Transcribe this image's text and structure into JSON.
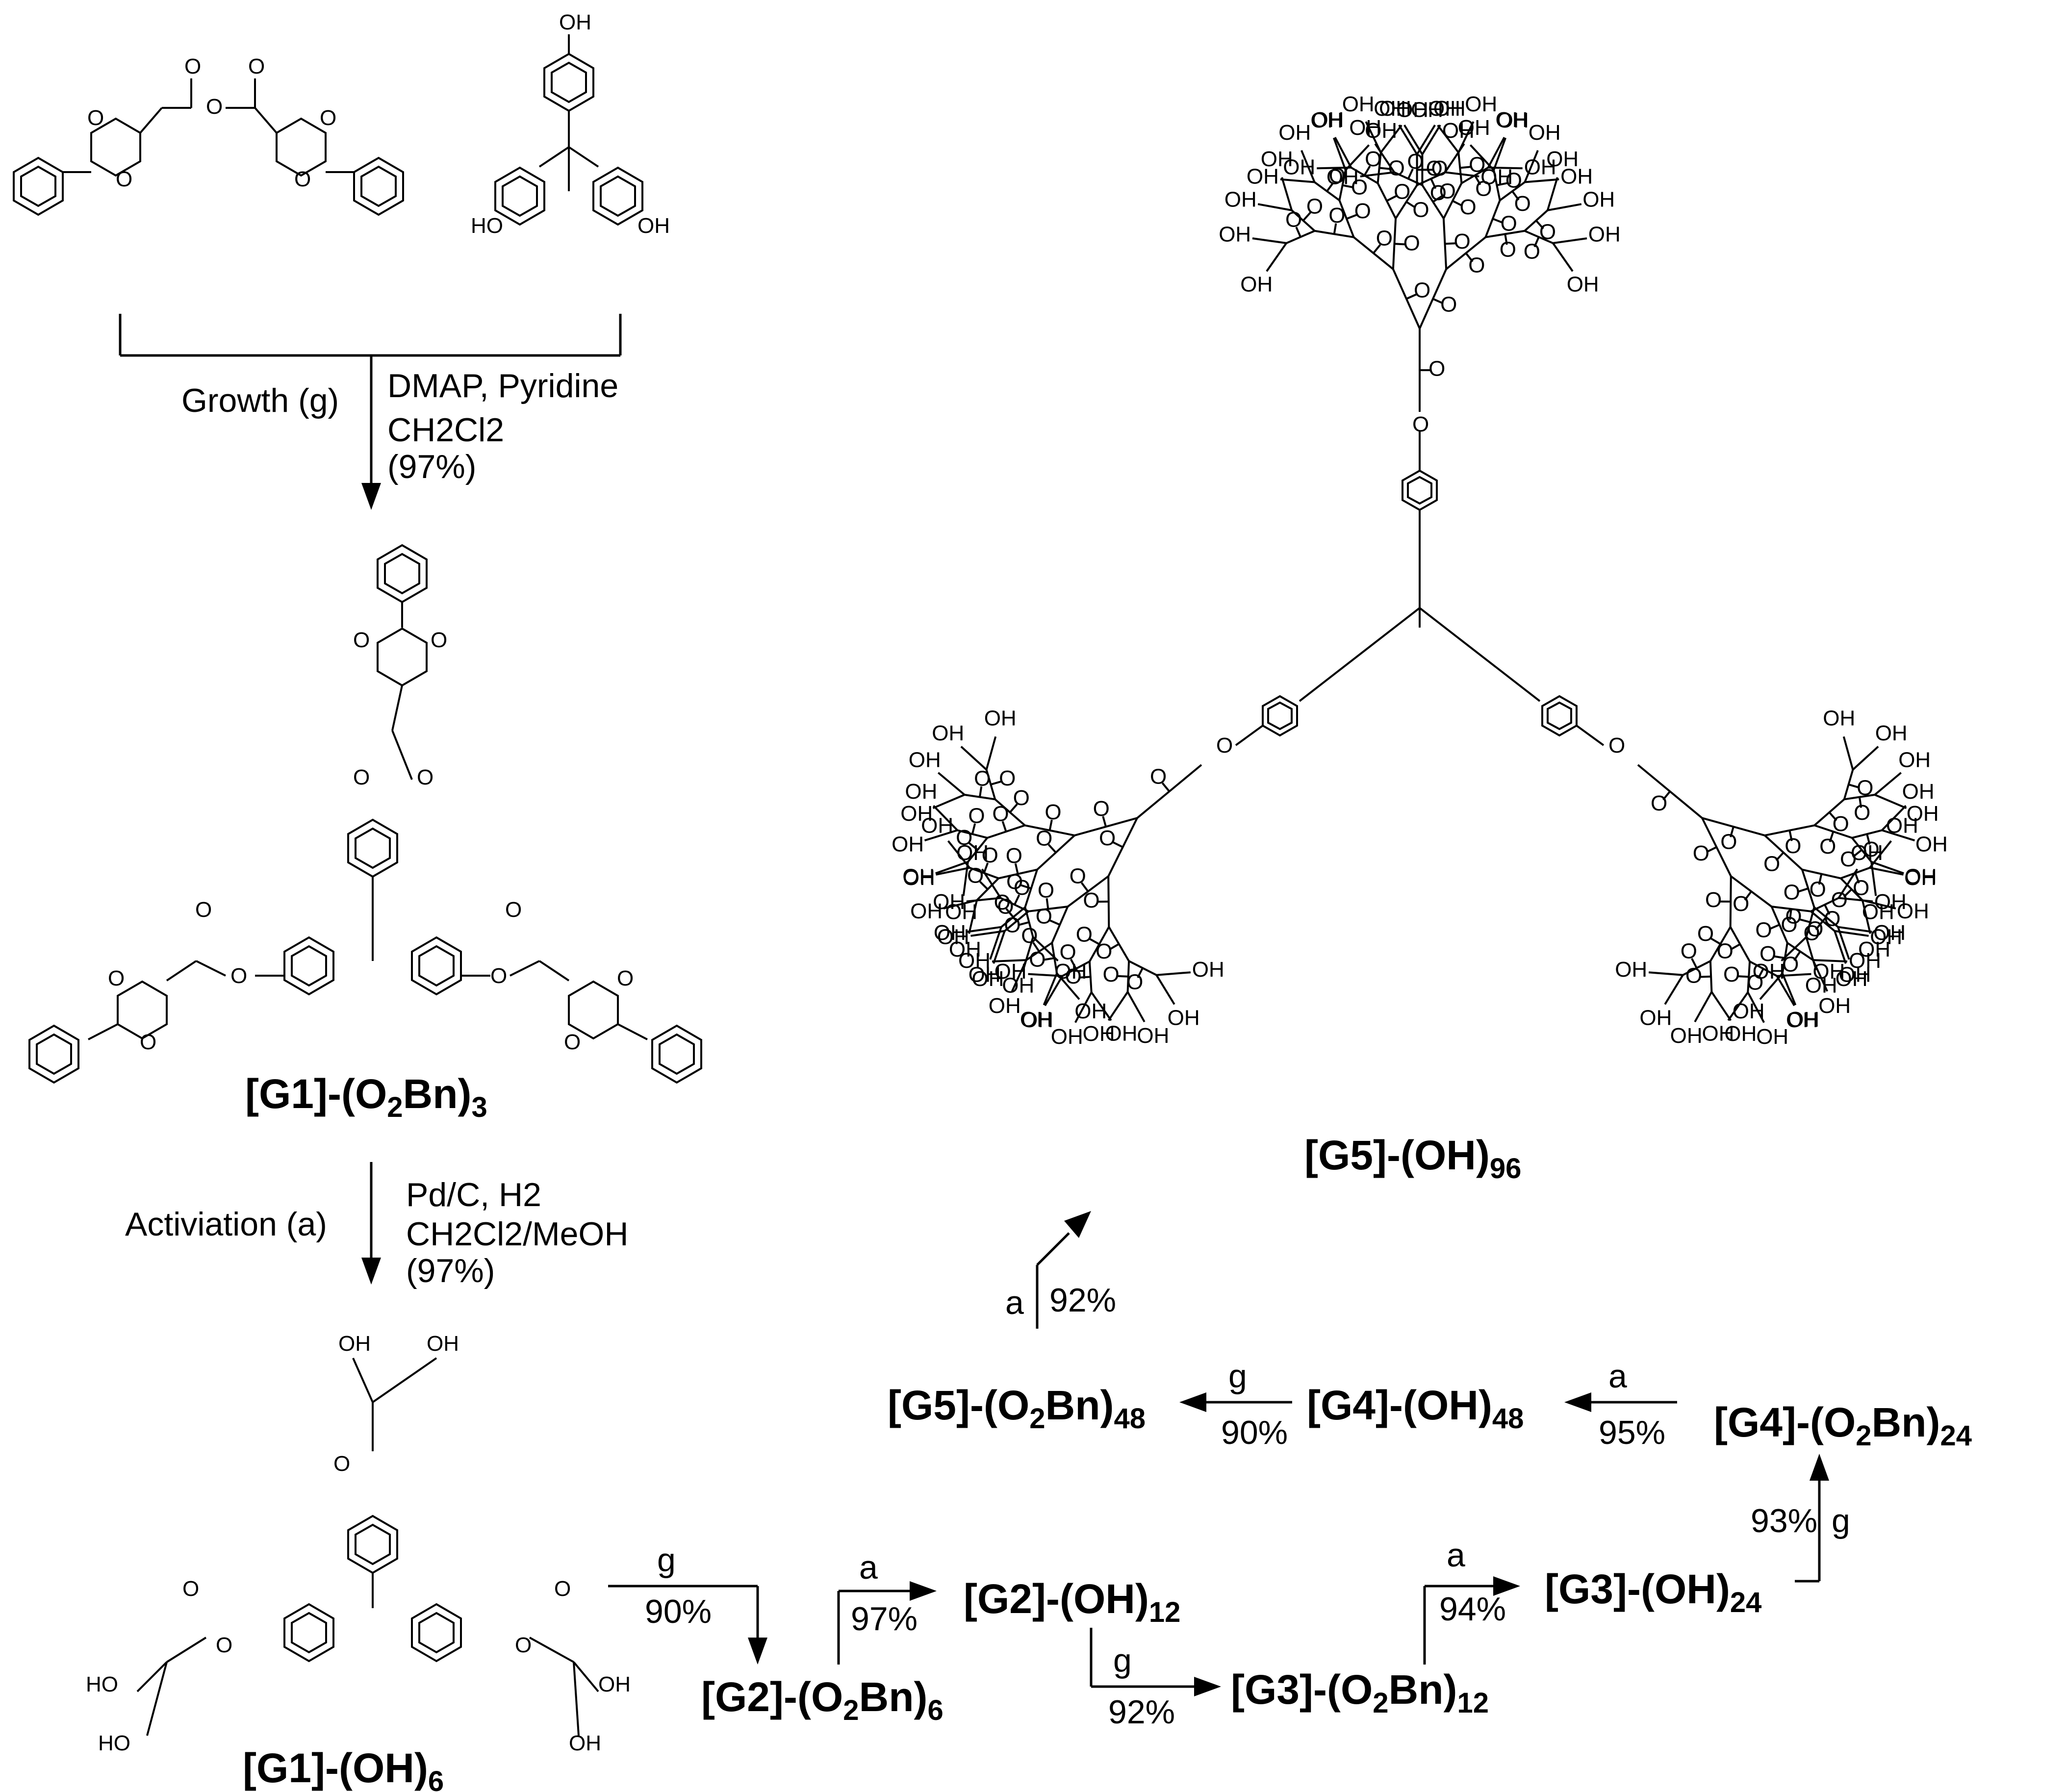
{
  "step_labels": {
    "growth": "Growth (g)",
    "activation": "Activiation (a)",
    "g": "g",
    "a": "a"
  },
  "conditions": {
    "growth": [
      "DMAP, Pyridine",
      "CH2Cl2",
      "(97%)"
    ],
    "activation": [
      "Pd/C, H2",
      "CH2Cl2/MeOH",
      "(97%)"
    ]
  },
  "yields": {
    "g1_to_g2": "90%",
    "g2a": "97%",
    "g2g": "92%",
    "g3a": "94%",
    "g3g": "93%",
    "g4a": "95%",
    "g4g": "90%",
    "g5a": "92%"
  },
  "compounds": {
    "g1_o2bn3": {
      "base": "[G1]-(O",
      "s1": "2",
      "mid": "Bn)",
      "s2": "3"
    },
    "g1_oh6": {
      "base": "[G1]-(OH)",
      "s2": "6"
    },
    "g2_o2bn6": {
      "base": "[G2]-(O",
      "s1": "2",
      "mid": "Bn)",
      "s2": "6"
    },
    "g2_oh12": {
      "base": "[G2]-(OH)",
      "s2": "12"
    },
    "g3_o2bn12": {
      "base": "[G3]-(O",
      "s1": "2",
      "mid": "Bn)",
      "s2": "12"
    },
    "g3_oh24": {
      "base": "[G3]-(OH)",
      "s2": "24"
    },
    "g4_o2bn24": {
      "base": "[G4]-(O",
      "s1": "2",
      "mid": "Bn)",
      "s2": "24"
    },
    "g4_oh48": {
      "base": "[G4]-(OH)",
      "s2": "48"
    },
    "g5_o2bn48": {
      "base": "[G5]-(O",
      "s1": "2",
      "mid": "Bn)",
      "s2": "48"
    },
    "g5_oh96": {
      "base": "[G5]-(OH)",
      "s2": "96"
    }
  },
  "atoms": {
    "oh": "OH",
    "ho": "HO",
    "o": "O"
  }
}
